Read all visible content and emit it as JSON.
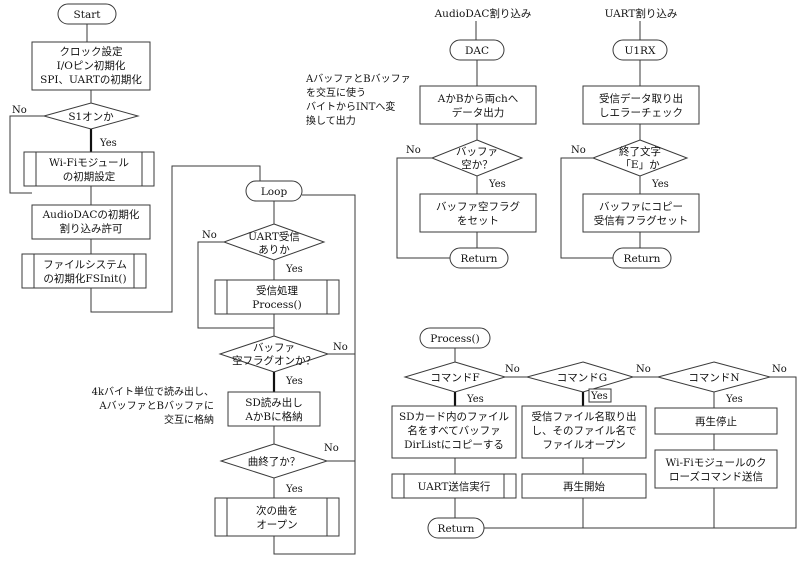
{
  "main_flow": {
    "start": "Start",
    "init_clock": [
      "クロック設定",
      "I/Oピン初期化",
      "SPI、UARTの初期化"
    ],
    "s1_decision": "S1オンか",
    "wifi_init": [
      "Wi-Fiモジュール",
      "の初期設定"
    ],
    "audiodac_init": [
      "AudioDACの初期化",
      "割り込み許可"
    ],
    "fs_init": [
      "ファイルシステム",
      "の初期化FSInit()"
    ],
    "loop": "Loop",
    "uart_decision": [
      "UART受信",
      "ありか"
    ],
    "recv_process": [
      "受信処理",
      "Process()"
    ],
    "buf_decision": [
      "バッファ",
      "空フラグオンか？"
    ],
    "sd_read": [
      "SD読み出し",
      "AかBに格納"
    ],
    "song_end": "曲終了か？",
    "next_song": [
      "次の曲を",
      "オープン"
    ],
    "note_buffers": [
      "4kバイト単位で読み出し、",
      "AバッファとBバッファに",
      "交互に格納"
    ]
  },
  "dac_isr": {
    "title": "AudioDAC割り込み",
    "name": "DAC",
    "output": [
      "AかBから両chへ",
      "データ出力"
    ],
    "empty_decision": [
      "バッファ",
      "空か？"
    ],
    "set_flag": [
      "バッファ空フラグ",
      "をセット"
    ],
    "return": "Return",
    "note": [
      "AバッファとBバッファ",
      "を交互に使う",
      "バイトからINTへ変",
      "換して出力"
    ]
  },
  "uart_isr": {
    "title": "UART割り込み",
    "name": "U1RX",
    "recv": [
      "受信データ取り出",
      "しエラーチェック"
    ],
    "end_decision": [
      "終了文字",
      "「E」か"
    ],
    "copy": [
      "バッファにコピー",
      "受信有フラグセット"
    ],
    "return": "Return"
  },
  "process": {
    "title": "Process()",
    "cmd_f": "コマンドF",
    "cmd_g": "コマンドG",
    "cmd_n": "コマンドN",
    "sd_copy": [
      "SDカード内のファイル",
      "名をすべてバッファ",
      "DirListにコピーする"
    ],
    "uart_send": "UART送信実行",
    "file_open": [
      "受信ファイル名取り出",
      "し、そのファイル名で",
      "ファイルオープン"
    ],
    "play_start": "再生開始",
    "play_stop": "再生停止",
    "wifi_close": [
      "Wi-Fiモジュールのク",
      "ローズコマンド送信"
    ],
    "return": "Return"
  },
  "labels": {
    "yes": "Yes",
    "no": "No"
  }
}
